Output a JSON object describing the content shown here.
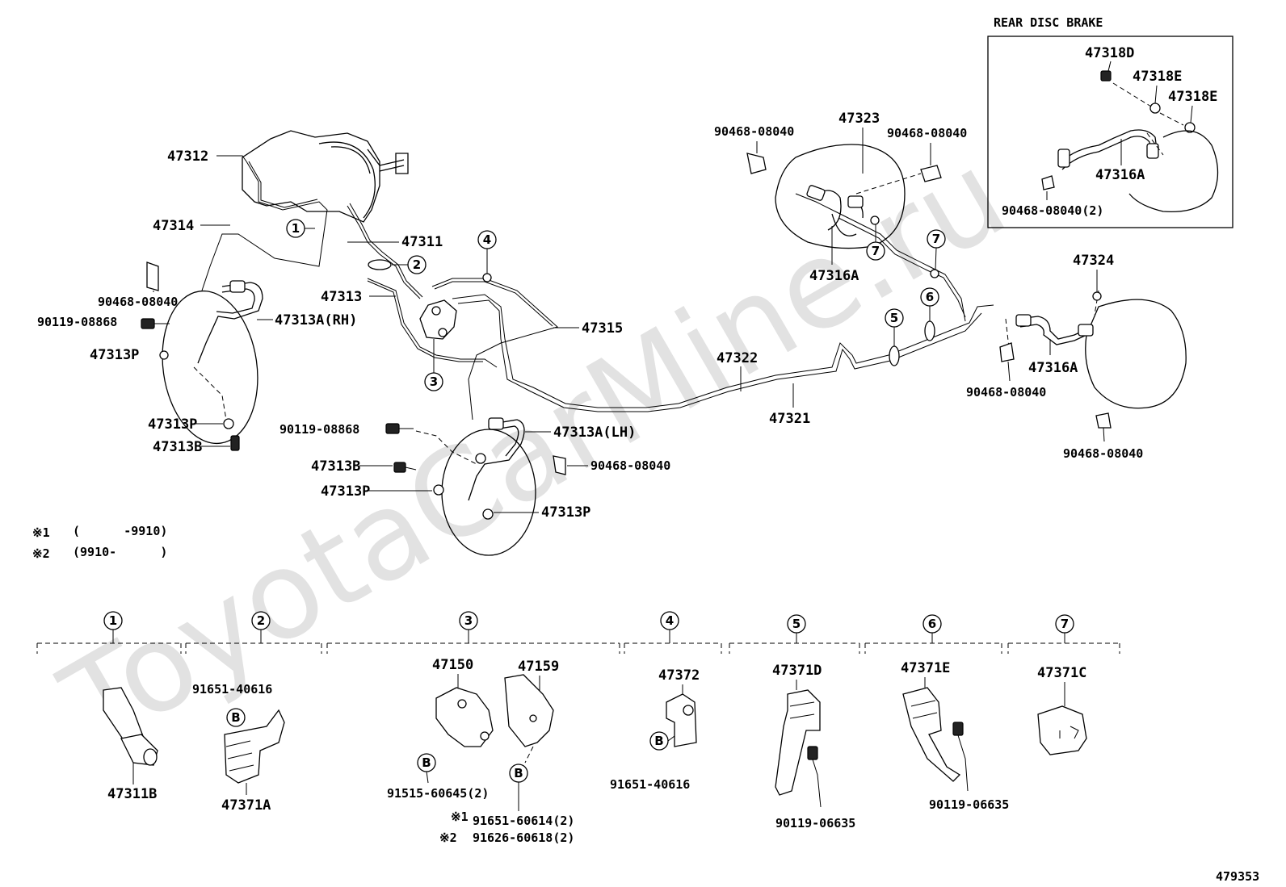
{
  "watermark": "ToyotaCarMine.ru",
  "diagram_id": "479353",
  "inset_title": "REAR DISC BRAKE",
  "legend": [
    {
      "mark": "※1",
      "range": "(      -9910)"
    },
    {
      "mark": "※2",
      "range": "(9910-      )"
    }
  ],
  "labels": {
    "p47312": "47312",
    "p47314": "47314",
    "p47311": "47311",
    "p47313": "47313",
    "p47315": "47315",
    "p90468_a": "90468-08040",
    "p90119_a": "90119-08868",
    "p47313a_rh": "47313A(RH)",
    "p47313p_a": "47313P",
    "p47313p_b": "47313P",
    "p47313b_a": "47313B",
    "p90119_b": "90119-08868",
    "p47313a_lh": "47313A(LH)",
    "p47313b_b": "47313B",
    "p90468_b": "90468-08040",
    "p47313p_c": "47313P",
    "p47313p_d": "47313P",
    "p47322": "47322",
    "p47321": "47321",
    "p90468_c": "90468-08040",
    "p47323": "47323",
    "p90468_d": "90468-08040",
    "p47316a_a": "47316A",
    "p47324": "47324",
    "p47316a_b": "47316A",
    "p90468_e": "90468-08040",
    "p90468_f": "90468-08040",
    "p47318d": "47318D",
    "p47318e_a": "47318E",
    "p47318e_b": "47318E",
    "p47316a_c": "47316A",
    "p90468_g": "90468-08040(2)"
  },
  "callouts": [
    "1",
    "2",
    "3",
    "4",
    "5",
    "6",
    "7"
  ],
  "detail": {
    "g1": {
      "num": "1",
      "part": "47311B"
    },
    "g2": {
      "num": "2",
      "bolt": "91651-40616",
      "mark": "B",
      "part": "47371A"
    },
    "g3": {
      "num": "3",
      "part_a": "47150",
      "part_b": "47159",
      "mark_a": "B",
      "mark_b": "B",
      "bolt_a": "91515-60645(2)",
      "bolt_b1_mark": "※1",
      "bolt_b1": "91651-60614(2)",
      "bolt_b2_mark": "※2",
      "bolt_b2": "91626-60618(2)"
    },
    "g4": {
      "num": "4",
      "part": "47372",
      "mark": "B",
      "bolt": "91651-40616"
    },
    "g5": {
      "num": "5",
      "part": "47371D",
      "bolt": "90119-06635"
    },
    "g6": {
      "num": "6",
      "part": "47371E",
      "bolt": "90119-06635"
    },
    "g7": {
      "num": "7",
      "part": "47371C"
    }
  }
}
